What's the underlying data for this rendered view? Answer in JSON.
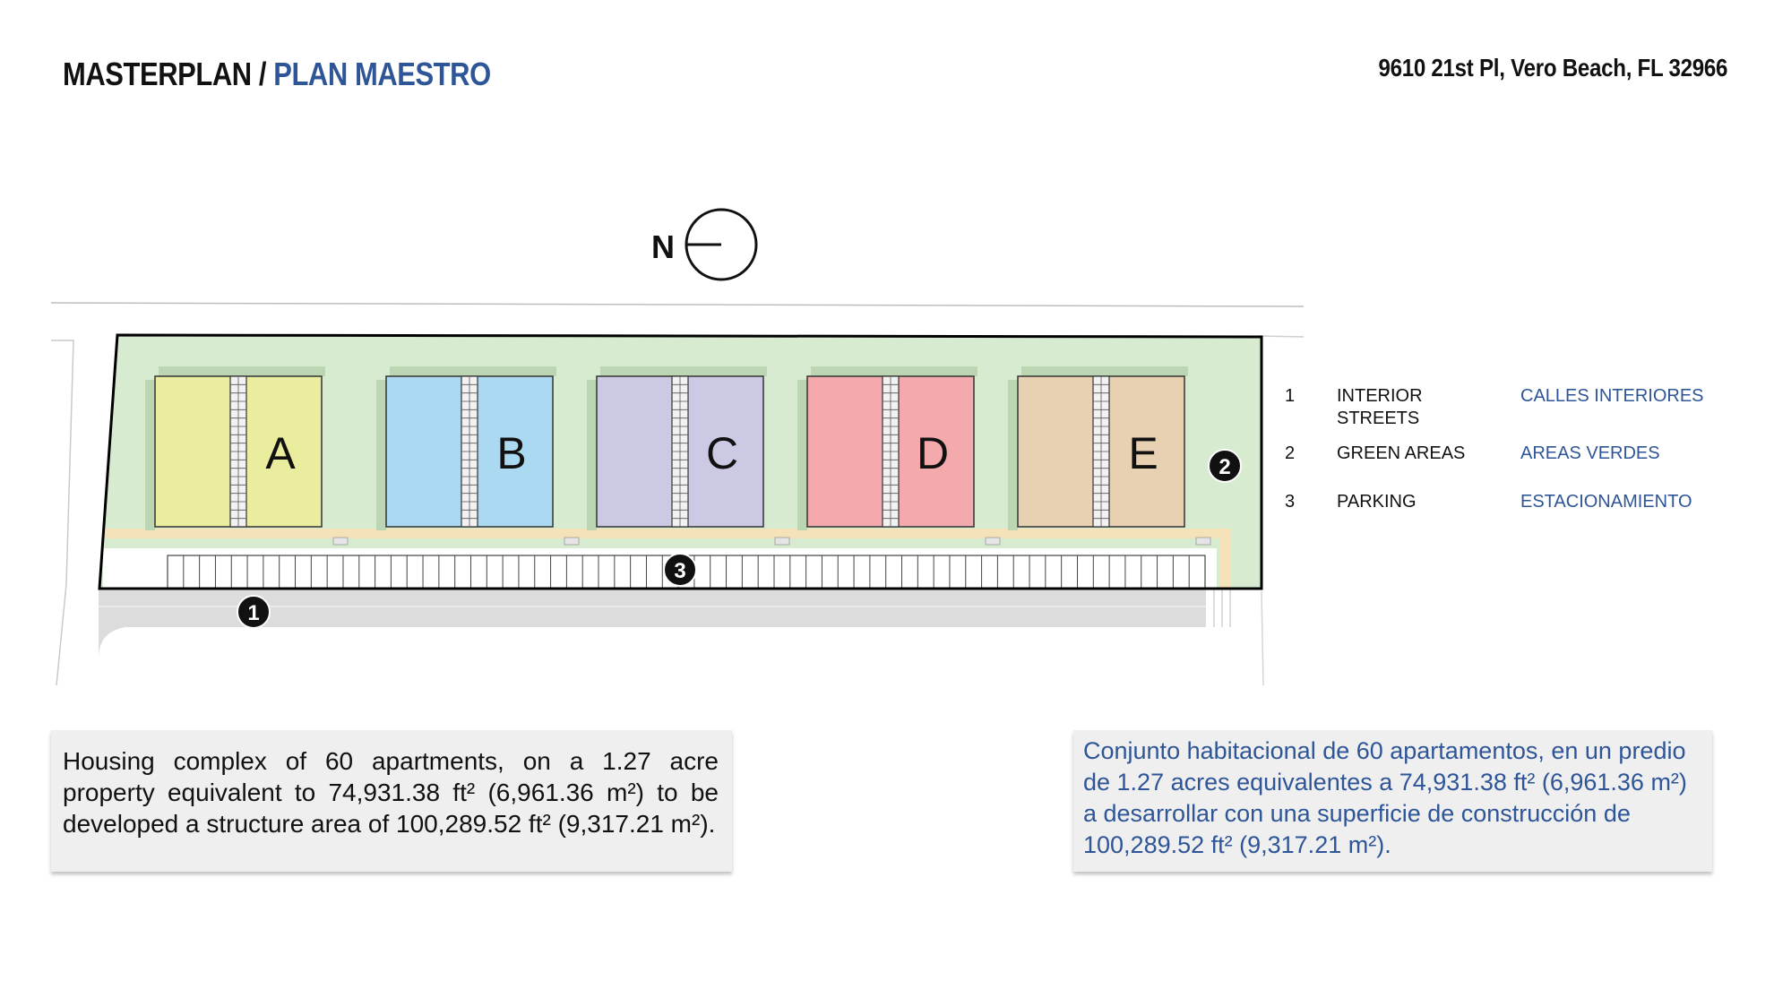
{
  "header": {
    "title_en": "MASTERPLAN / ",
    "title_es": "PLAN MAESTRO",
    "address": "9610 21st Pl, Vero Beach, FL 32966"
  },
  "compass": {
    "label": "N"
  },
  "buildings": [
    {
      "label": "A",
      "color": "#ebed9e"
    },
    {
      "label": "B",
      "color": "#abd9f1"
    },
    {
      "label": "C",
      "color": "#ccc9e5"
    },
    {
      "label": "D",
      "color": "#f4a9ac"
    },
    {
      "label": "E",
      "color": "#e7d1b2"
    }
  ],
  "markers": [
    "1",
    "2",
    "3"
  ],
  "legend": [
    {
      "num": "1",
      "en": "INTERIOR STREETS",
      "es": "CALLES INTERIORES"
    },
    {
      "num": "2",
      "en": "GREEN AREAS",
      "es": "AREAS VERDES"
    },
    {
      "num": "3",
      "en": "PARKING",
      "es": "ESTACIONAMIENTO"
    }
  ],
  "description": {
    "en": "Housing complex of 60 apartments, on a 1.27 acre property equivalent to 74,931.38 ft² (6,961.36 m²) to be developed a structure area of 100,289.52 ft² (9,317.21 m²).",
    "es": "Conjunto habitacional de 60 apartamentos, en un predio de 1.27 acres equivalentes a 74,931.38 ft² (6,961.36 m²) a desarrollar con una superficie de construcción de 100,289.52 ft² (9,317.21 m²)."
  },
  "colors": {
    "accent_blue": "#2e5597",
    "green_area": "#d6ebcf",
    "walkway": "#f6e2b9",
    "street": "#dcdcdc"
  }
}
